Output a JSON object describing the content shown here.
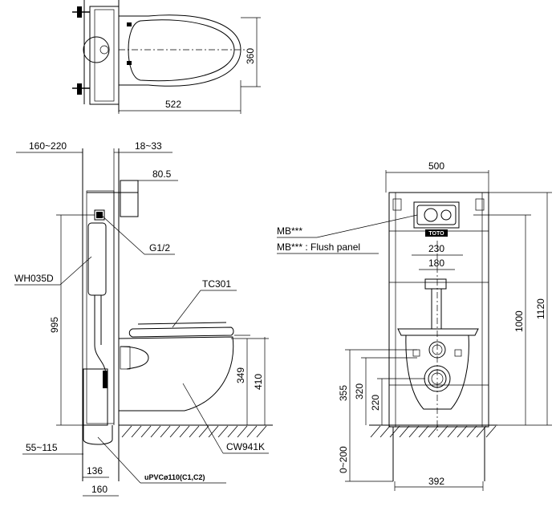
{
  "top_view": {
    "dim_width": "522",
    "dim_depth": "360"
  },
  "side_view": {
    "dim_wall_gap": "160~220",
    "dim_frame_depth": "18~33",
    "dim_inlet_offset": "80.5",
    "dim_height_inlet": "995",
    "dim_seat_349": "349",
    "dim_seat_410": "410",
    "dim_pipe_55_115": "55~115",
    "dim_136": "136",
    "dim_160": "160",
    "label_inlet": "G1/2",
    "label_cistern": "WH035D",
    "label_seat": "TC301",
    "label_bowl": "CW941K",
    "label_pipe": "uPVCø110(C1,C2)"
  },
  "front_view": {
    "dim_width": "500",
    "dim_230": "230",
    "dim_180": "180",
    "dim_1120": "1120",
    "dim_1000": "1000",
    "dim_355": "355",
    "dim_320": "320",
    "dim_220": "220",
    "dim_0_200": "0~200",
    "dim_392": "392",
    "label_mb": "MB***",
    "label_mb_flush": "MB*** : Flush panel",
    "logo": "TOTO"
  }
}
